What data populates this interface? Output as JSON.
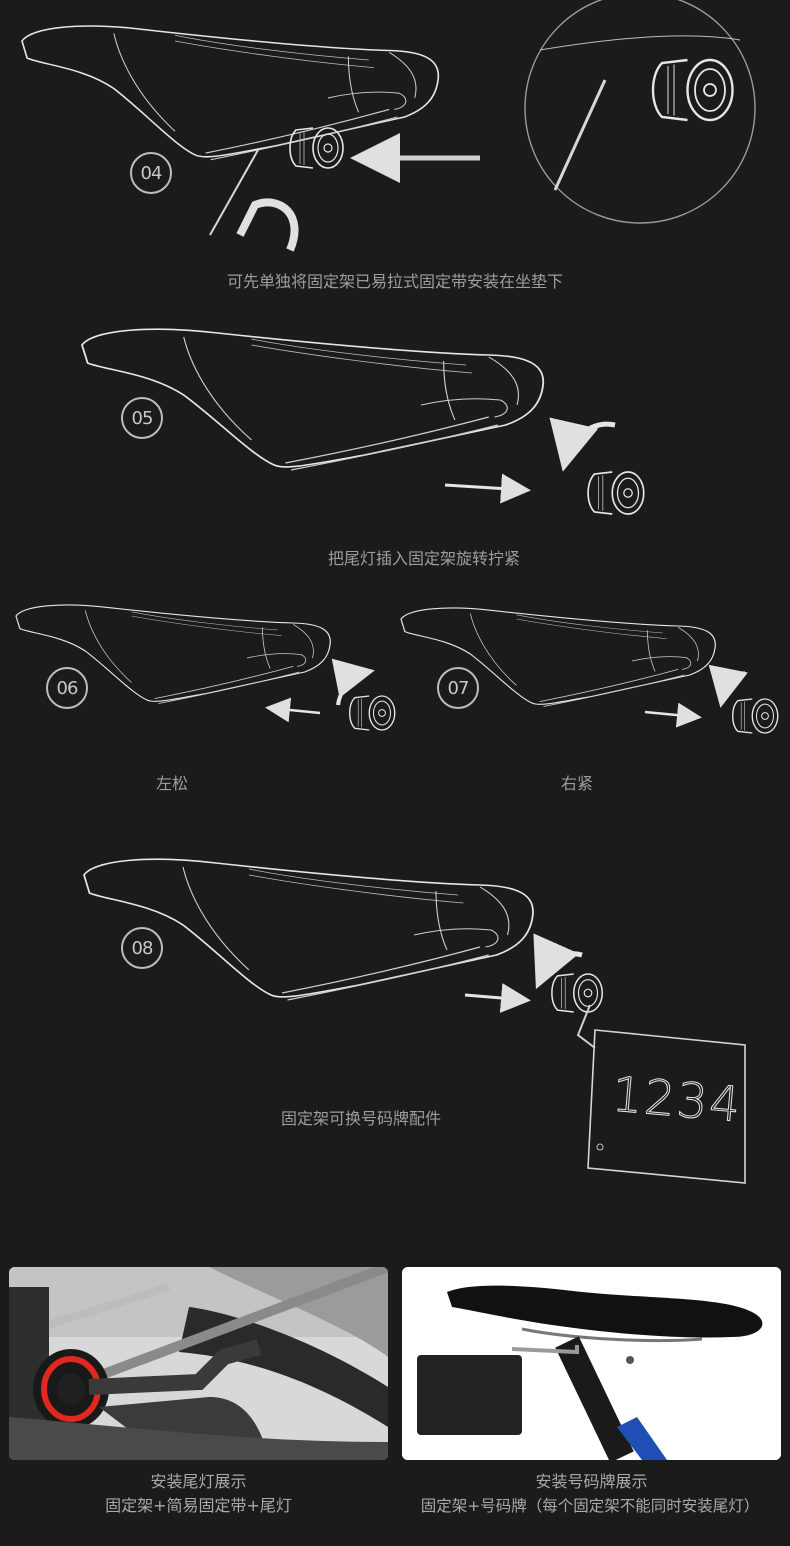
{
  "steps": [
    {
      "number": "04",
      "caption": "可先单独将固定架已易拉式固定带安装在坐垫下"
    },
    {
      "number": "05",
      "caption": "把尾灯插入固定架旋转拧紧"
    },
    {
      "number": "06",
      "caption": "左松"
    },
    {
      "number": "07",
      "caption": "右紧"
    },
    {
      "number": "08",
      "caption": "固定架可换号码牌配件"
    }
  ],
  "plate_number": "1234",
  "photos": [
    {
      "title": "安装尾灯展示",
      "subtitle": "固定架+简易固定带+尾灯"
    },
    {
      "title": "安装号码牌展示",
      "subtitle": "固定架+号码牌（每个固定架不能同时安装尾灯）"
    }
  ],
  "colors": {
    "background": "#1b1b1b",
    "line_art": "#e6e6e6",
    "caption": "#9d9d9d",
    "arrow": "#cfcfcf"
  }
}
